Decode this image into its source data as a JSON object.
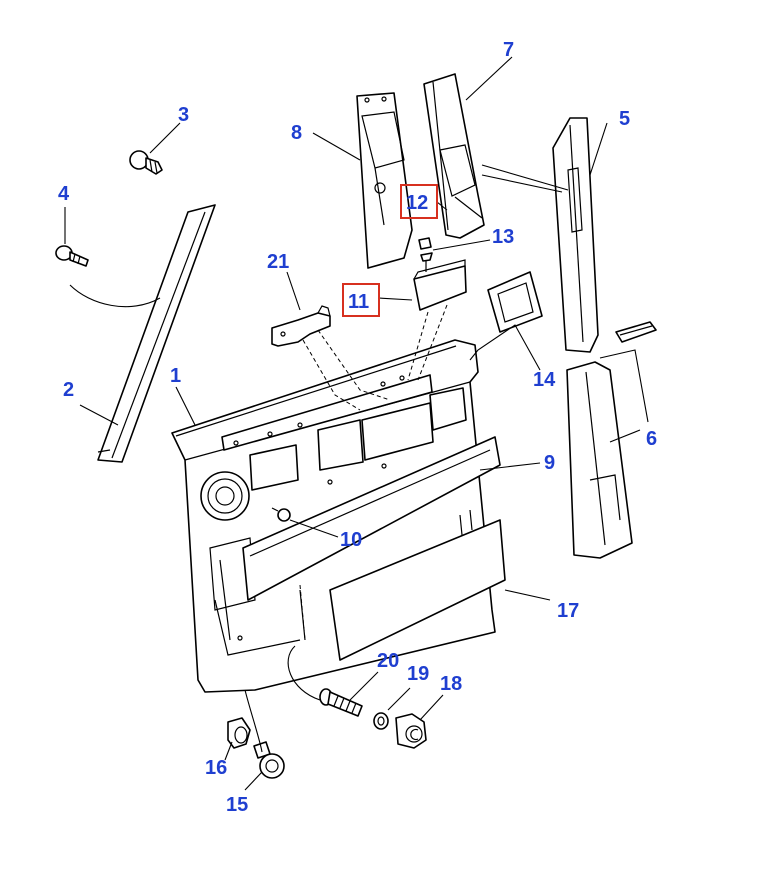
{
  "callouts": [
    {
      "id": "c1",
      "label": "1"
    },
    {
      "id": "c2",
      "label": "2"
    },
    {
      "id": "c3",
      "label": "3"
    },
    {
      "id": "c4",
      "label": "4"
    },
    {
      "id": "c5",
      "label": "5"
    },
    {
      "id": "c6",
      "label": "6"
    },
    {
      "id": "c7",
      "label": "7"
    },
    {
      "id": "c8",
      "label": "8"
    },
    {
      "id": "c9",
      "label": "9"
    },
    {
      "id": "c10",
      "label": "10"
    },
    {
      "id": "c11",
      "label": "11",
      "highlighted": true
    },
    {
      "id": "c12",
      "label": "12",
      "highlighted": true
    },
    {
      "id": "c13",
      "label": "13"
    },
    {
      "id": "c14",
      "label": "14"
    },
    {
      "id": "c15",
      "label": "15"
    },
    {
      "id": "c16",
      "label": "16"
    },
    {
      "id": "c17",
      "label": "17"
    },
    {
      "id": "c18",
      "label": "18"
    },
    {
      "id": "c19",
      "label": "19"
    },
    {
      "id": "c20",
      "label": "20"
    },
    {
      "id": "c21",
      "label": "21"
    }
  ],
  "colors": {
    "callout_text": "#1f3fd0",
    "highlight_box": "#d7301f",
    "linework": "#000000"
  }
}
